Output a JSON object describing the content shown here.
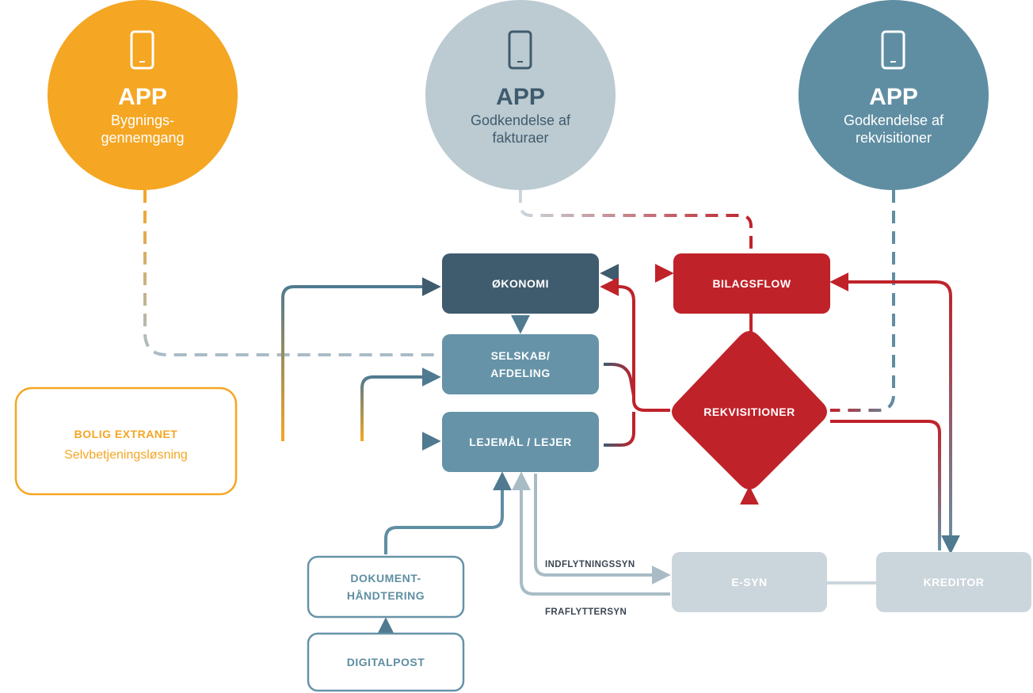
{
  "colors": {
    "orange": "#f5a623",
    "light_slate": "#bccbd1",
    "slate": "#5f8ea3",
    "dark_slate": "#3f5b6e",
    "mid_blue": "#6693a8",
    "red": "#c0222a",
    "gray_box": "#cbd6dc"
  },
  "apps": [
    {
      "title": "APP",
      "line1": "Bygnings-",
      "line2": "gennemgang",
      "icon": "smartphone-icon"
    },
    {
      "title": "APP",
      "line1": "Godkendelse af",
      "line2": "fakturaer",
      "icon": "smartphone-icon"
    },
    {
      "title": "APP",
      "line1": "Godkendelse af",
      "line2": "rekvisitioner",
      "icon": "smartphone-icon"
    }
  ],
  "nodes": {
    "okonomi": "ØKONOMI",
    "selskab_line1": "SELSKAB/",
    "selskab_line2": "AFDELING",
    "lejemal": "LEJEMÅL / LEJER",
    "bilagsflow": "BILAGSFLOW",
    "rekvisitioner": "REKVISITIONER",
    "bolig_line1": "BOLIG EXTRANET",
    "bolig_line2": "Selvbetjeningsløsning",
    "dokument_line1": "DOKUMENT-",
    "dokument_line2": "HÅNDTERING",
    "digitalpost": "DIGITALPOST",
    "esyn": "E-SYN",
    "kreditor": "KREDITOR"
  },
  "edge_labels": {
    "indflytning": "INDFLYTNINGSSYN",
    "fraflytter": "FRAFLYTTERSYN"
  }
}
